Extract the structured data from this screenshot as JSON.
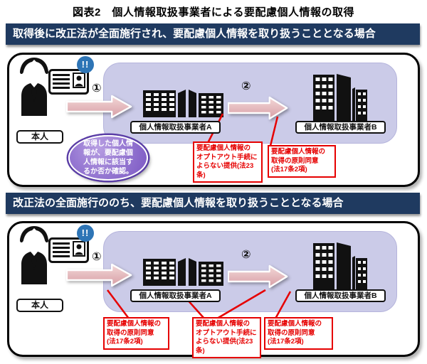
{
  "title": "図表2　個人情報取扱事業者による要配慮個人情報の取得",
  "colors": {
    "header_bg": "#1f3a60",
    "region_lavender": "#cbcbe8",
    "note_red": "#e60000",
    "bubble_purple": "#8a68cc",
    "badge_blue": "#2e75b6",
    "arrow_pink": "#d79fa6"
  },
  "panels": [
    {
      "header": "取得後に改正法が全面施行され、要配慮個人情報を取り扱うこととなる場合",
      "person_label": "本人",
      "alert_badge": "!!",
      "step1": "①",
      "step2": "②",
      "operator_a": "個人情報取扱事業者A",
      "operator_b": "個人情報取扱事業者B",
      "bubble": "取得した個人情\n報が、要配慮個\n人情報に該当す\nるか否か確認。",
      "notes": [
        "要配慮個人情報の\nオプトアウト手続に\nよらない提供(法23\n条)",
        "要配慮個人情報の\n取得の原則同意\n(法17条2項)"
      ]
    },
    {
      "header": "改正法の全面施行ののち、要配慮個人情報を取り扱うこととなる場合",
      "person_label": "本人",
      "alert_badge": "!!",
      "step1": "①",
      "step2": "②",
      "operator_a": "個人情報取扱事業者A",
      "operator_b": "個人情報取扱事業者B",
      "notes": [
        "要配慮個人情報の\n取得の原則同意\n(法17条2項)",
        "要配慮個人情報の\nオプトアウト手続に\nよらない提供(法23\n条)",
        "要配慮個人情報の\n取得の原則同意\n(法17条2項)"
      ]
    }
  ]
}
